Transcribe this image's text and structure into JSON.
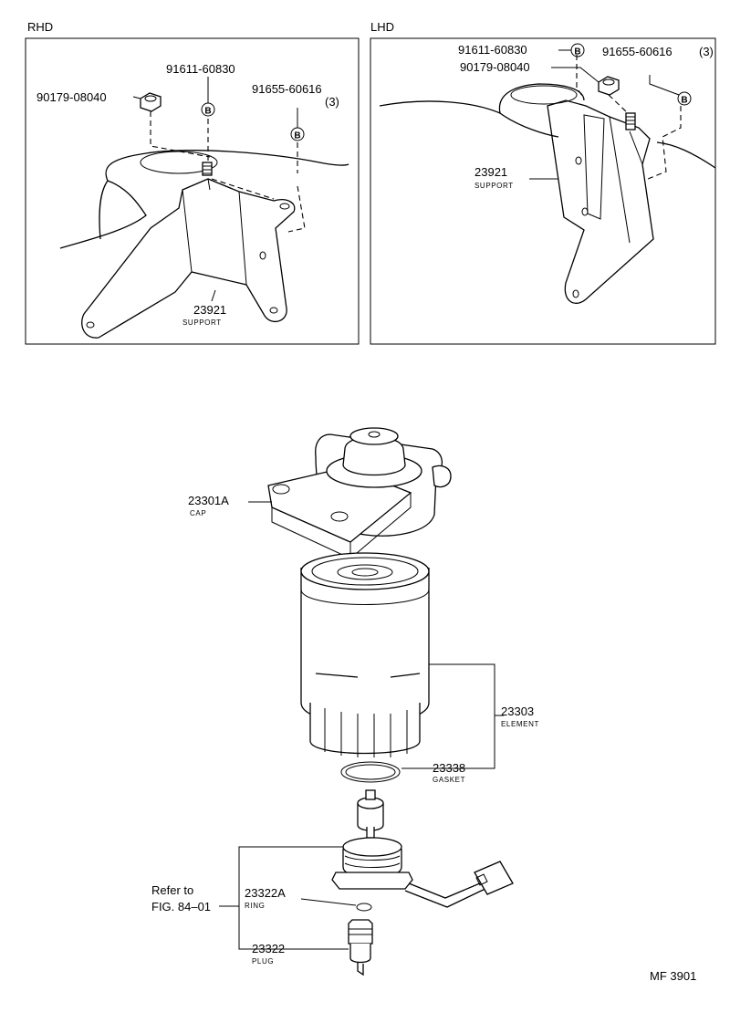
{
  "panels": {
    "rhd": {
      "heading": "RHD",
      "parts": {
        "nut": "90179-08040",
        "bolt_mid": "91611-60830",
        "bolt_right": "91655-60616",
        "bolt_right_qty": "(3)",
        "support_no": "23921",
        "support_name": "SUPPORT"
      },
      "marker": "B"
    },
    "lhd": {
      "heading": "LHD",
      "parts": {
        "bolt_top": "91611-60830",
        "nut": "90179-08040",
        "bolt_right": "91655-60616",
        "bolt_right_qty": "(3)",
        "support_no": "23921",
        "support_name": "SUPPORT"
      },
      "marker": "B"
    }
  },
  "main": {
    "cap": {
      "no": "23301A",
      "name": "CAP"
    },
    "element": {
      "no": "23303",
      "name": "ELEMENT"
    },
    "gasket": {
      "no": "23338",
      "name": "GASKET"
    },
    "ring": {
      "no": "23322A",
      "name": "RING"
    },
    "plug": {
      "no": "23322",
      "name": "PLUG"
    },
    "refer_line1": "Refer to",
    "refer_line2": "FIG. 84–01"
  },
  "figure_code": "MF 3901"
}
